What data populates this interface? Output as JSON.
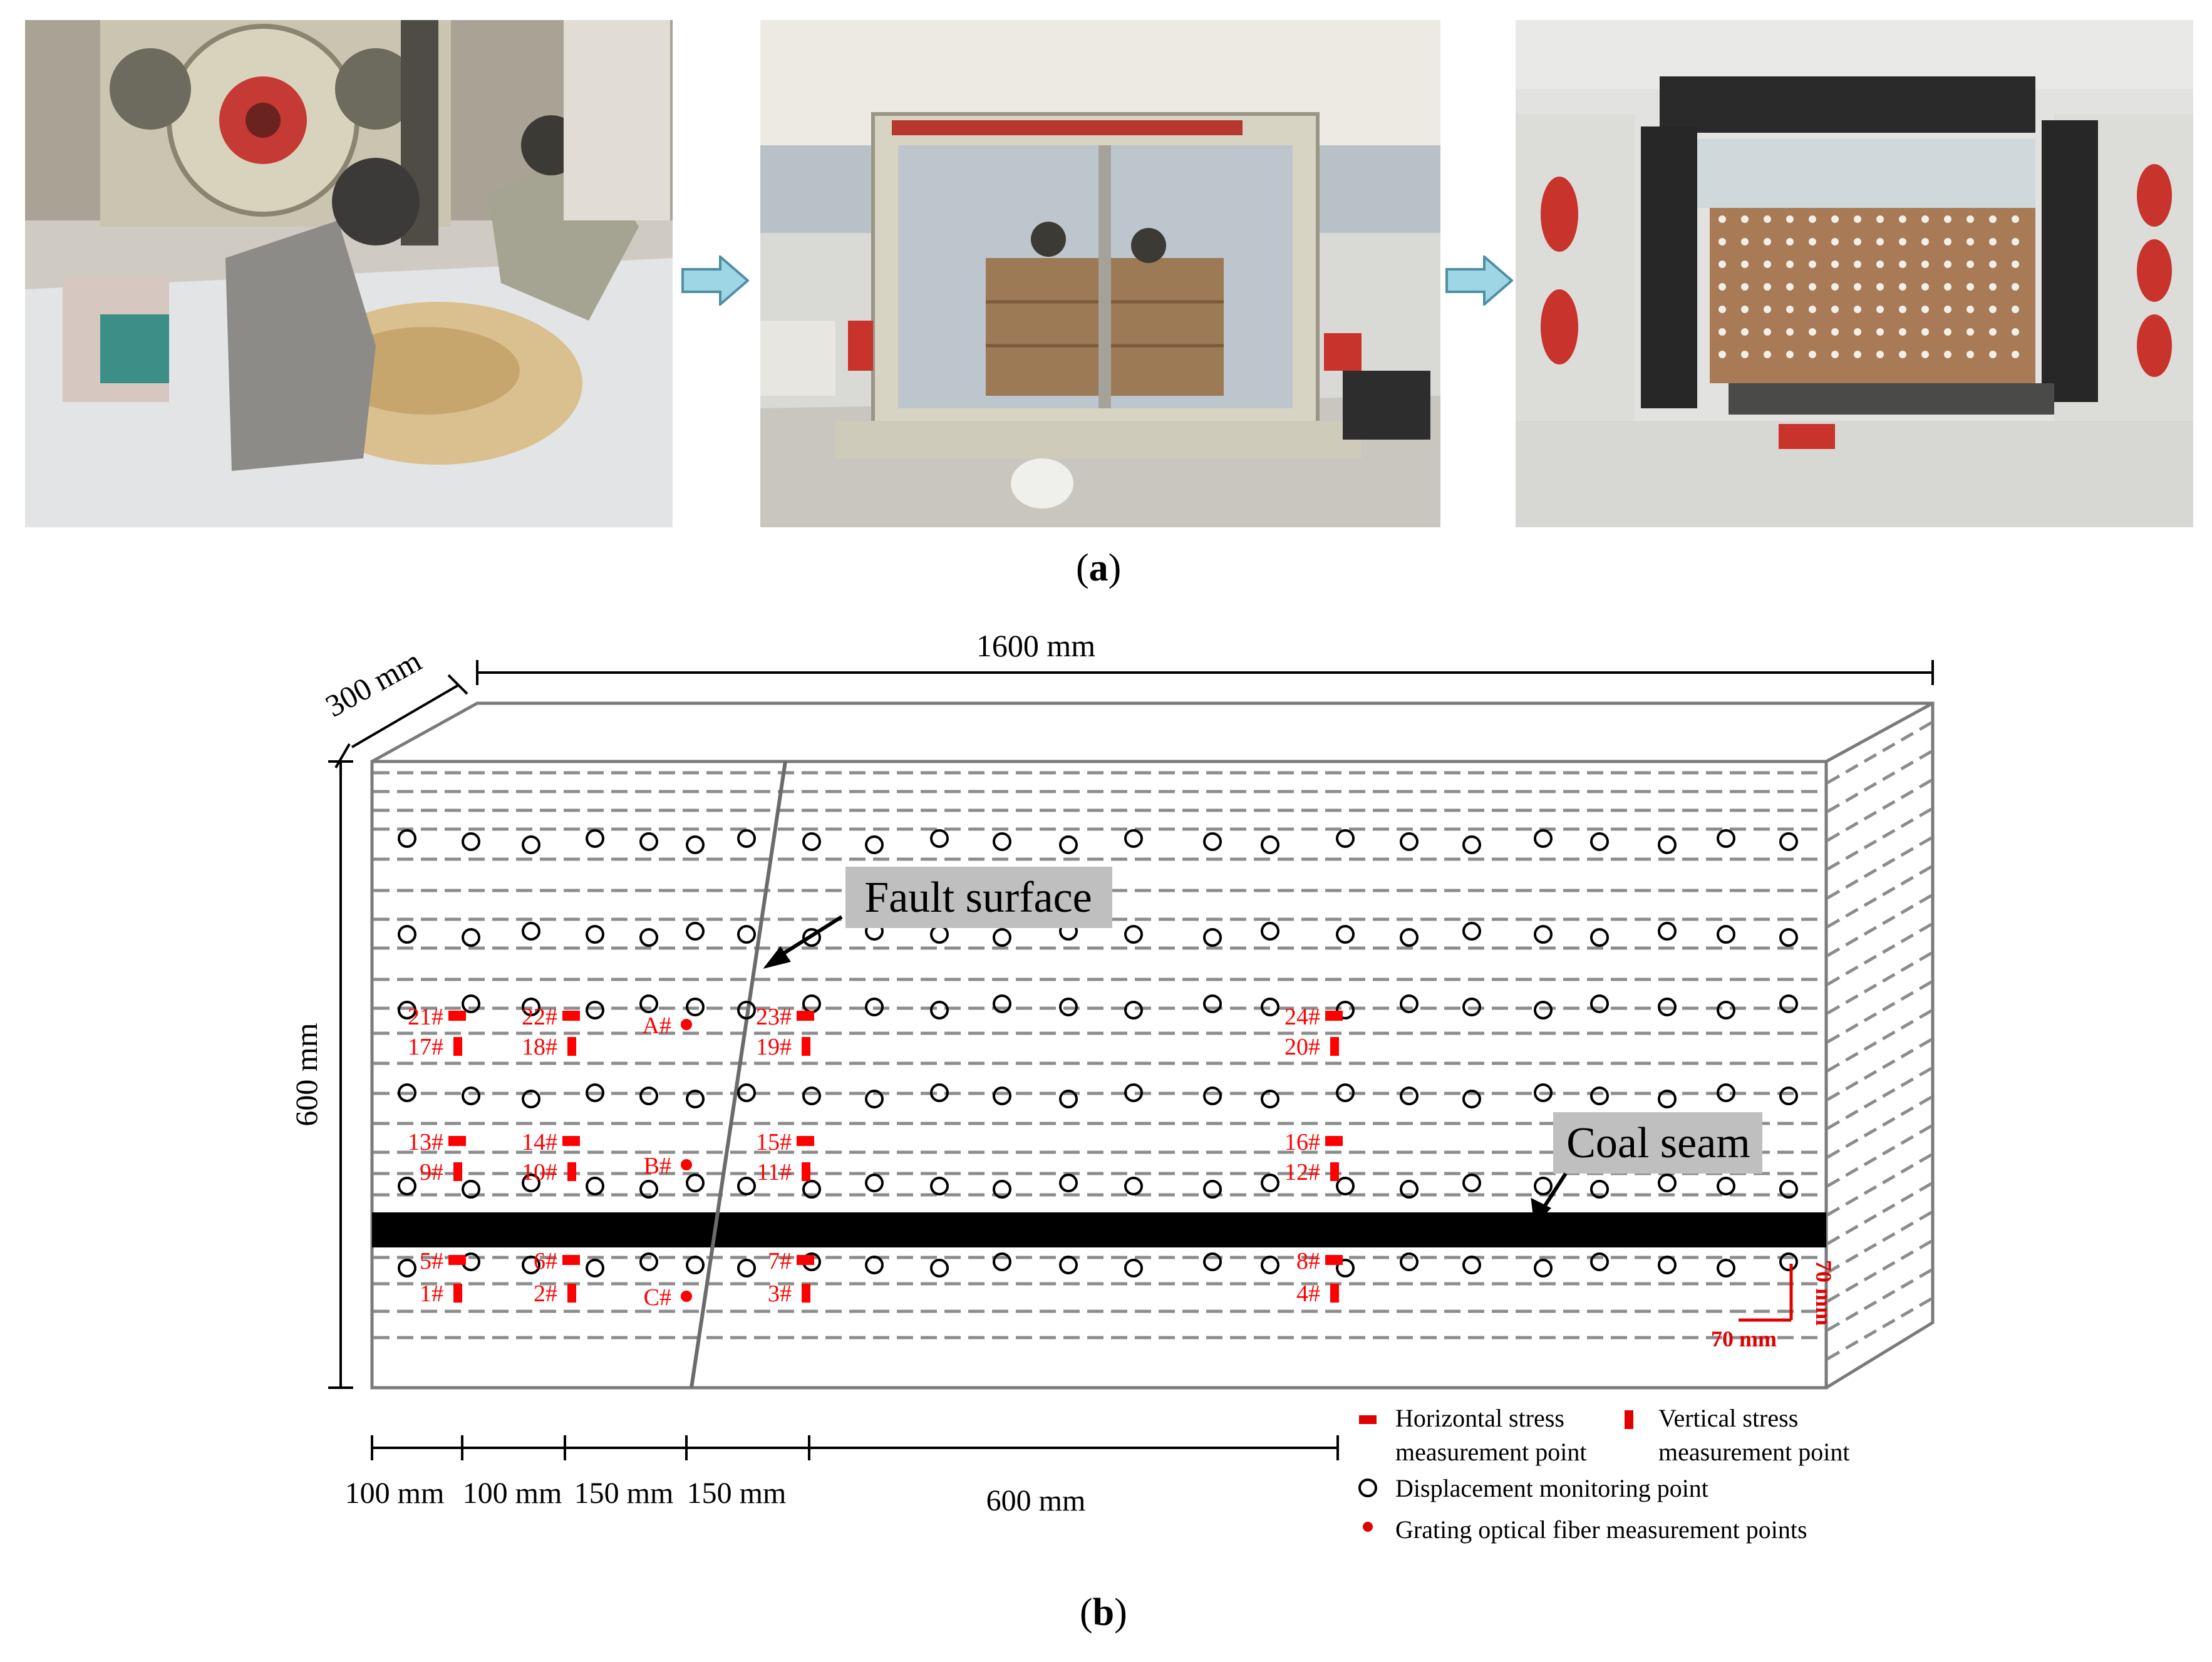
{
  "panel_a": {
    "label_open": "(",
    "label_letter": "a",
    "label_close": ")"
  },
  "panel_b": {
    "label_open": "(",
    "label_letter": "b",
    "label_close": ")"
  },
  "dims": {
    "width": "1600 mm",
    "depth": "300 mm",
    "height": "600 mm",
    "bottom": [
      "100 mm",
      "100 mm",
      "150 mm",
      "150 mm",
      "600 mm"
    ],
    "spacing_h": "70 mm",
    "spacing_v": "70 mm"
  },
  "callouts": {
    "fault": "Fault surface",
    "coal": "Coal seam"
  },
  "stress_points": [
    {
      "h": "21#",
      "v": "17#"
    },
    {
      "h": "22#",
      "v": "18#"
    },
    {
      "h": "23#",
      "v": "19#"
    },
    {
      "h": "24#",
      "v": "20#"
    },
    {
      "h": "13#",
      "v": "9#"
    },
    {
      "h": "14#",
      "v": "10#"
    },
    {
      "h": "15#",
      "v": "11#"
    },
    {
      "h": "16#",
      "v": "12#"
    },
    {
      "h": "5#",
      "v": "1#"
    },
    {
      "h": "6#",
      "v": "2#"
    },
    {
      "h": "7#",
      "v": "3#"
    },
    {
      "h": "8#",
      "v": "4#"
    }
  ],
  "fiber_points": [
    "A#",
    "B#",
    "C#"
  ],
  "legend": {
    "horizontal_1": "Horizontal stress",
    "horizontal_2": "measurement point",
    "vertical_1": "Vertical stress",
    "vertical_2": "measurement point",
    "displacement": "Displacement monitoring point",
    "fiber": "Grating optical fiber measurement points"
  },
  "colors": {
    "marker": "#ff0000",
    "dash": "#8c8c8c",
    "coal": "#000000",
    "arrow_fill": "#9fd6e6",
    "callout_bg": "#bfbfbf"
  }
}
